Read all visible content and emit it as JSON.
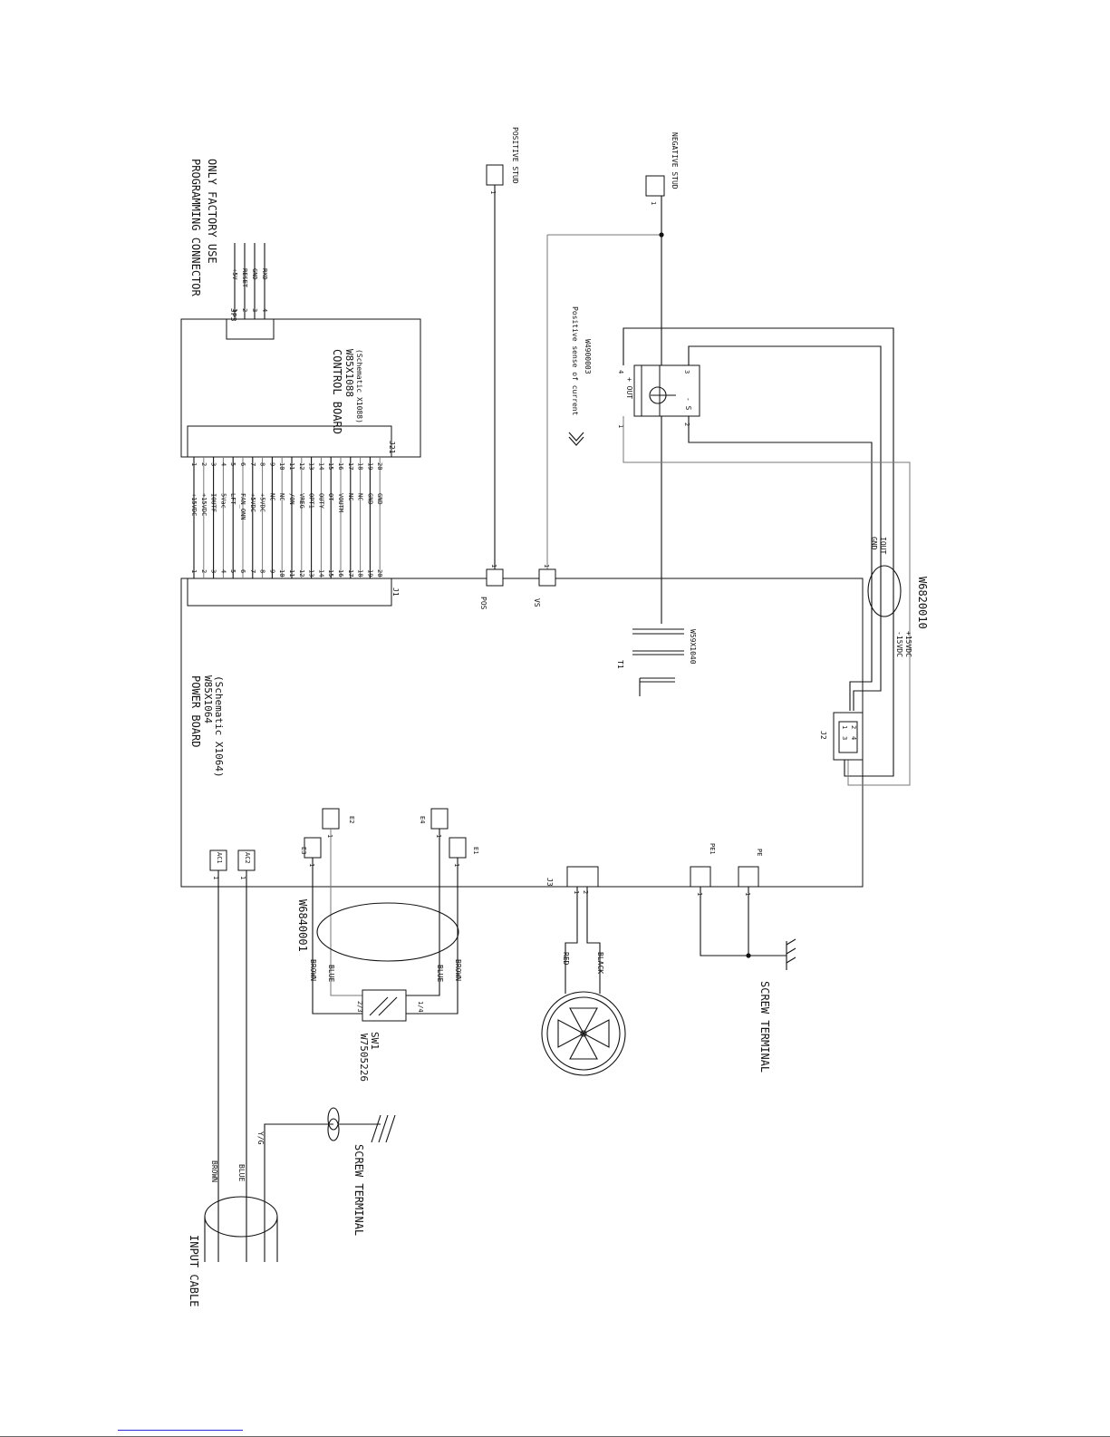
{
  "blocks": {
    "power_board": [
      "POWER BOARD",
      "W85X1064",
      "(Schematic X1064)"
    ],
    "control_board": [
      "CONTROL BOARD",
      "W85X1088",
      "(Schematic X1088)"
    ],
    "programming": [
      "PROGRAMMING CONNECTOR",
      "ONLY FACTORY USE"
    ]
  },
  "jp_pins": {
    "ref": "JP3",
    "numbers": [
      "1",
      "2",
      "3",
      "4"
    ],
    "labels": [
      "+5V",
      "RESET",
      "GND",
      "RXD"
    ]
  },
  "ribbon": {
    "j1_ref": "J1",
    "j21_ref": "J21",
    "numbers": [
      "1",
      "2",
      "3",
      "4",
      "5",
      "6",
      "7",
      "8",
      "9",
      "10",
      "11",
      "12",
      "13",
      "14",
      "15",
      "16",
      "17",
      "18",
      "19",
      "20"
    ],
    "labels": [
      "+15VDC",
      "+15VDC",
      "IOUTF",
      "5Vac",
      "LFT",
      "FAN_ONN",
      "+5VDC",
      "+5VDC",
      "NC",
      "NC",
      "/ON",
      "VREG",
      "OPT1",
      "OUTY",
      "OT",
      "VOUTM",
      "NC",
      "NC",
      "GND",
      "GND"
    ]
  },
  "studs": {
    "positive": "POSITIVE STUD",
    "negative": "NEGATIVE STUD",
    "pin": "1"
  },
  "connectors": {
    "pos": "POS",
    "vs": "VS",
    "j2": "J2",
    "j2_pins": [
      "1",
      "3",
      "2",
      "4"
    ],
    "j3": "J3",
    "j3_pins": [
      "1",
      "2"
    ],
    "ac1": "AC1",
    "ac2": "AC2",
    "e1": "E1",
    "e2": "E2",
    "e3": "E3",
    "e4": "E4",
    "pe1": "PE1",
    "pe": "PE",
    "one": "1"
  },
  "sensor": {
    "title": "Positive sense of current",
    "part": "W4900003",
    "pin_numbers": [
      "1",
      "2",
      "3",
      "4"
    ],
    "inner": [
      "+ OUT",
      "- S"
    ]
  },
  "transformer": {
    "ref": "T1",
    "part": "W59X1040"
  },
  "cable_j2": {
    "part": "W6820010",
    "wires_a": [
      "GND",
      "IOUT"
    ],
    "wires_b": [
      "-15VDC",
      "+15VDC"
    ]
  },
  "switch": {
    "cable": "W6840001",
    "wires": [
      "BROWN",
      "BLUE",
      "BLUE",
      "BROWN"
    ],
    "ref": "SW1",
    "part": "W7505226",
    "pins": [
      "2/3",
      "1/4"
    ]
  },
  "fan": {
    "wires": [
      "RED",
      "BLACK"
    ]
  },
  "input": {
    "title": "INPUT CABLE",
    "wires": [
      "BROWN",
      "BLUE",
      "Y/G"
    ],
    "screw": "SCREW TERMINAL"
  },
  "ground_screw": "SCREW TERMINAL"
}
